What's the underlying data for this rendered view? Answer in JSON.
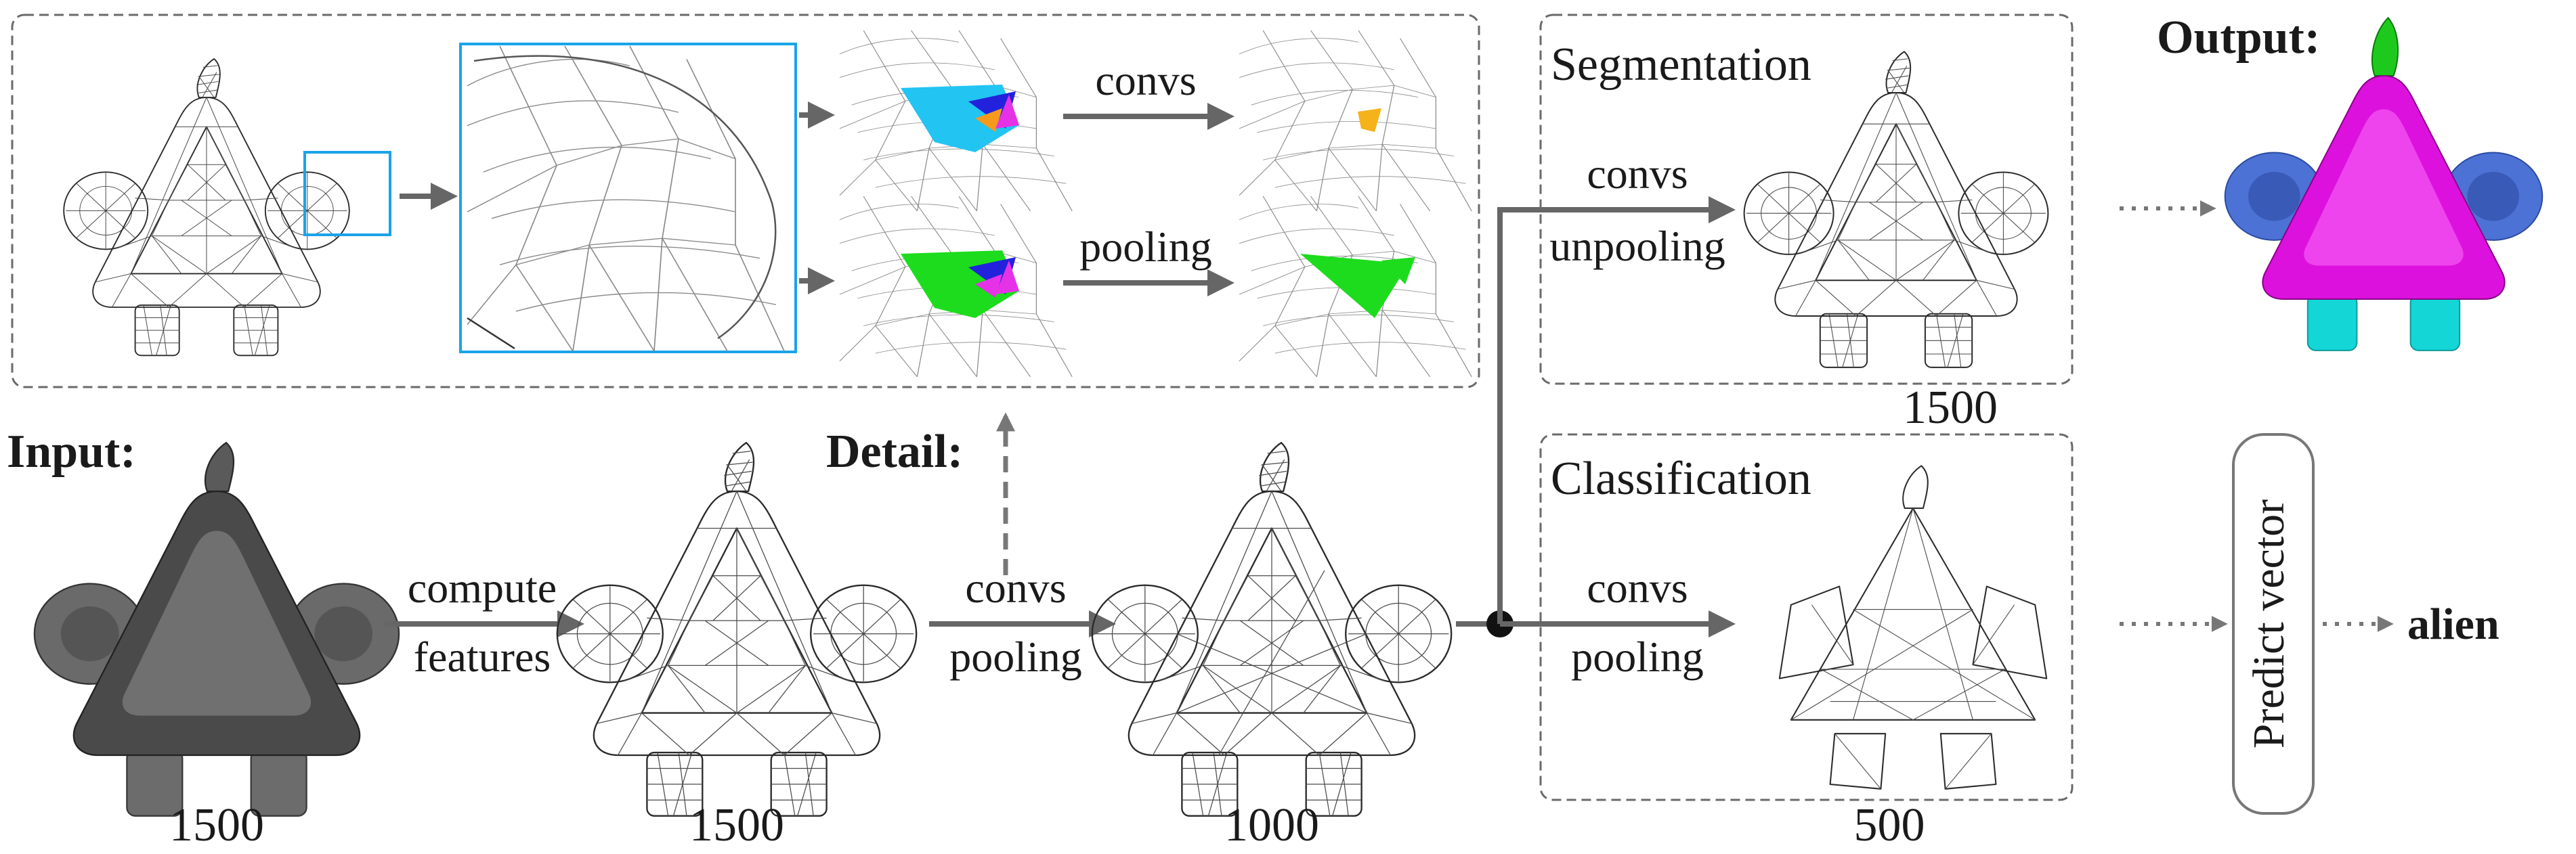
{
  "labels": {
    "input": "Input:",
    "output": "Output:",
    "detail": "Detail:",
    "segmentation": "Segmentation",
    "classification": "Classification",
    "compute": "compute",
    "features": "features",
    "convs": "convs",
    "pooling": "pooling",
    "unpooling": "unpooling",
    "predict_vector": "Predict vector",
    "alien": "alien"
  },
  "counts": {
    "input": "1500",
    "features": "1500",
    "pooled": "1000",
    "segmentation": "1500",
    "classification": "500"
  },
  "colors": {
    "wire": "#2a2a2a",
    "arrow": "#666666",
    "solid_mesh": "#707070",
    "zoom_box": "#1aa3e8",
    "cyan_patch": "#22c4f2",
    "blue_patch": "#2222dd",
    "orange_patch": "#f59a1c",
    "magenta_patch": "#e632e6",
    "green_patch": "#1ddc1d",
    "yellow_patch": "#f5b21a",
    "seg_body": "#dd11dd",
    "seg_ears": "#4d72d6",
    "seg_legs": "#14d6d6",
    "seg_stalk": "#1ec91e"
  }
}
